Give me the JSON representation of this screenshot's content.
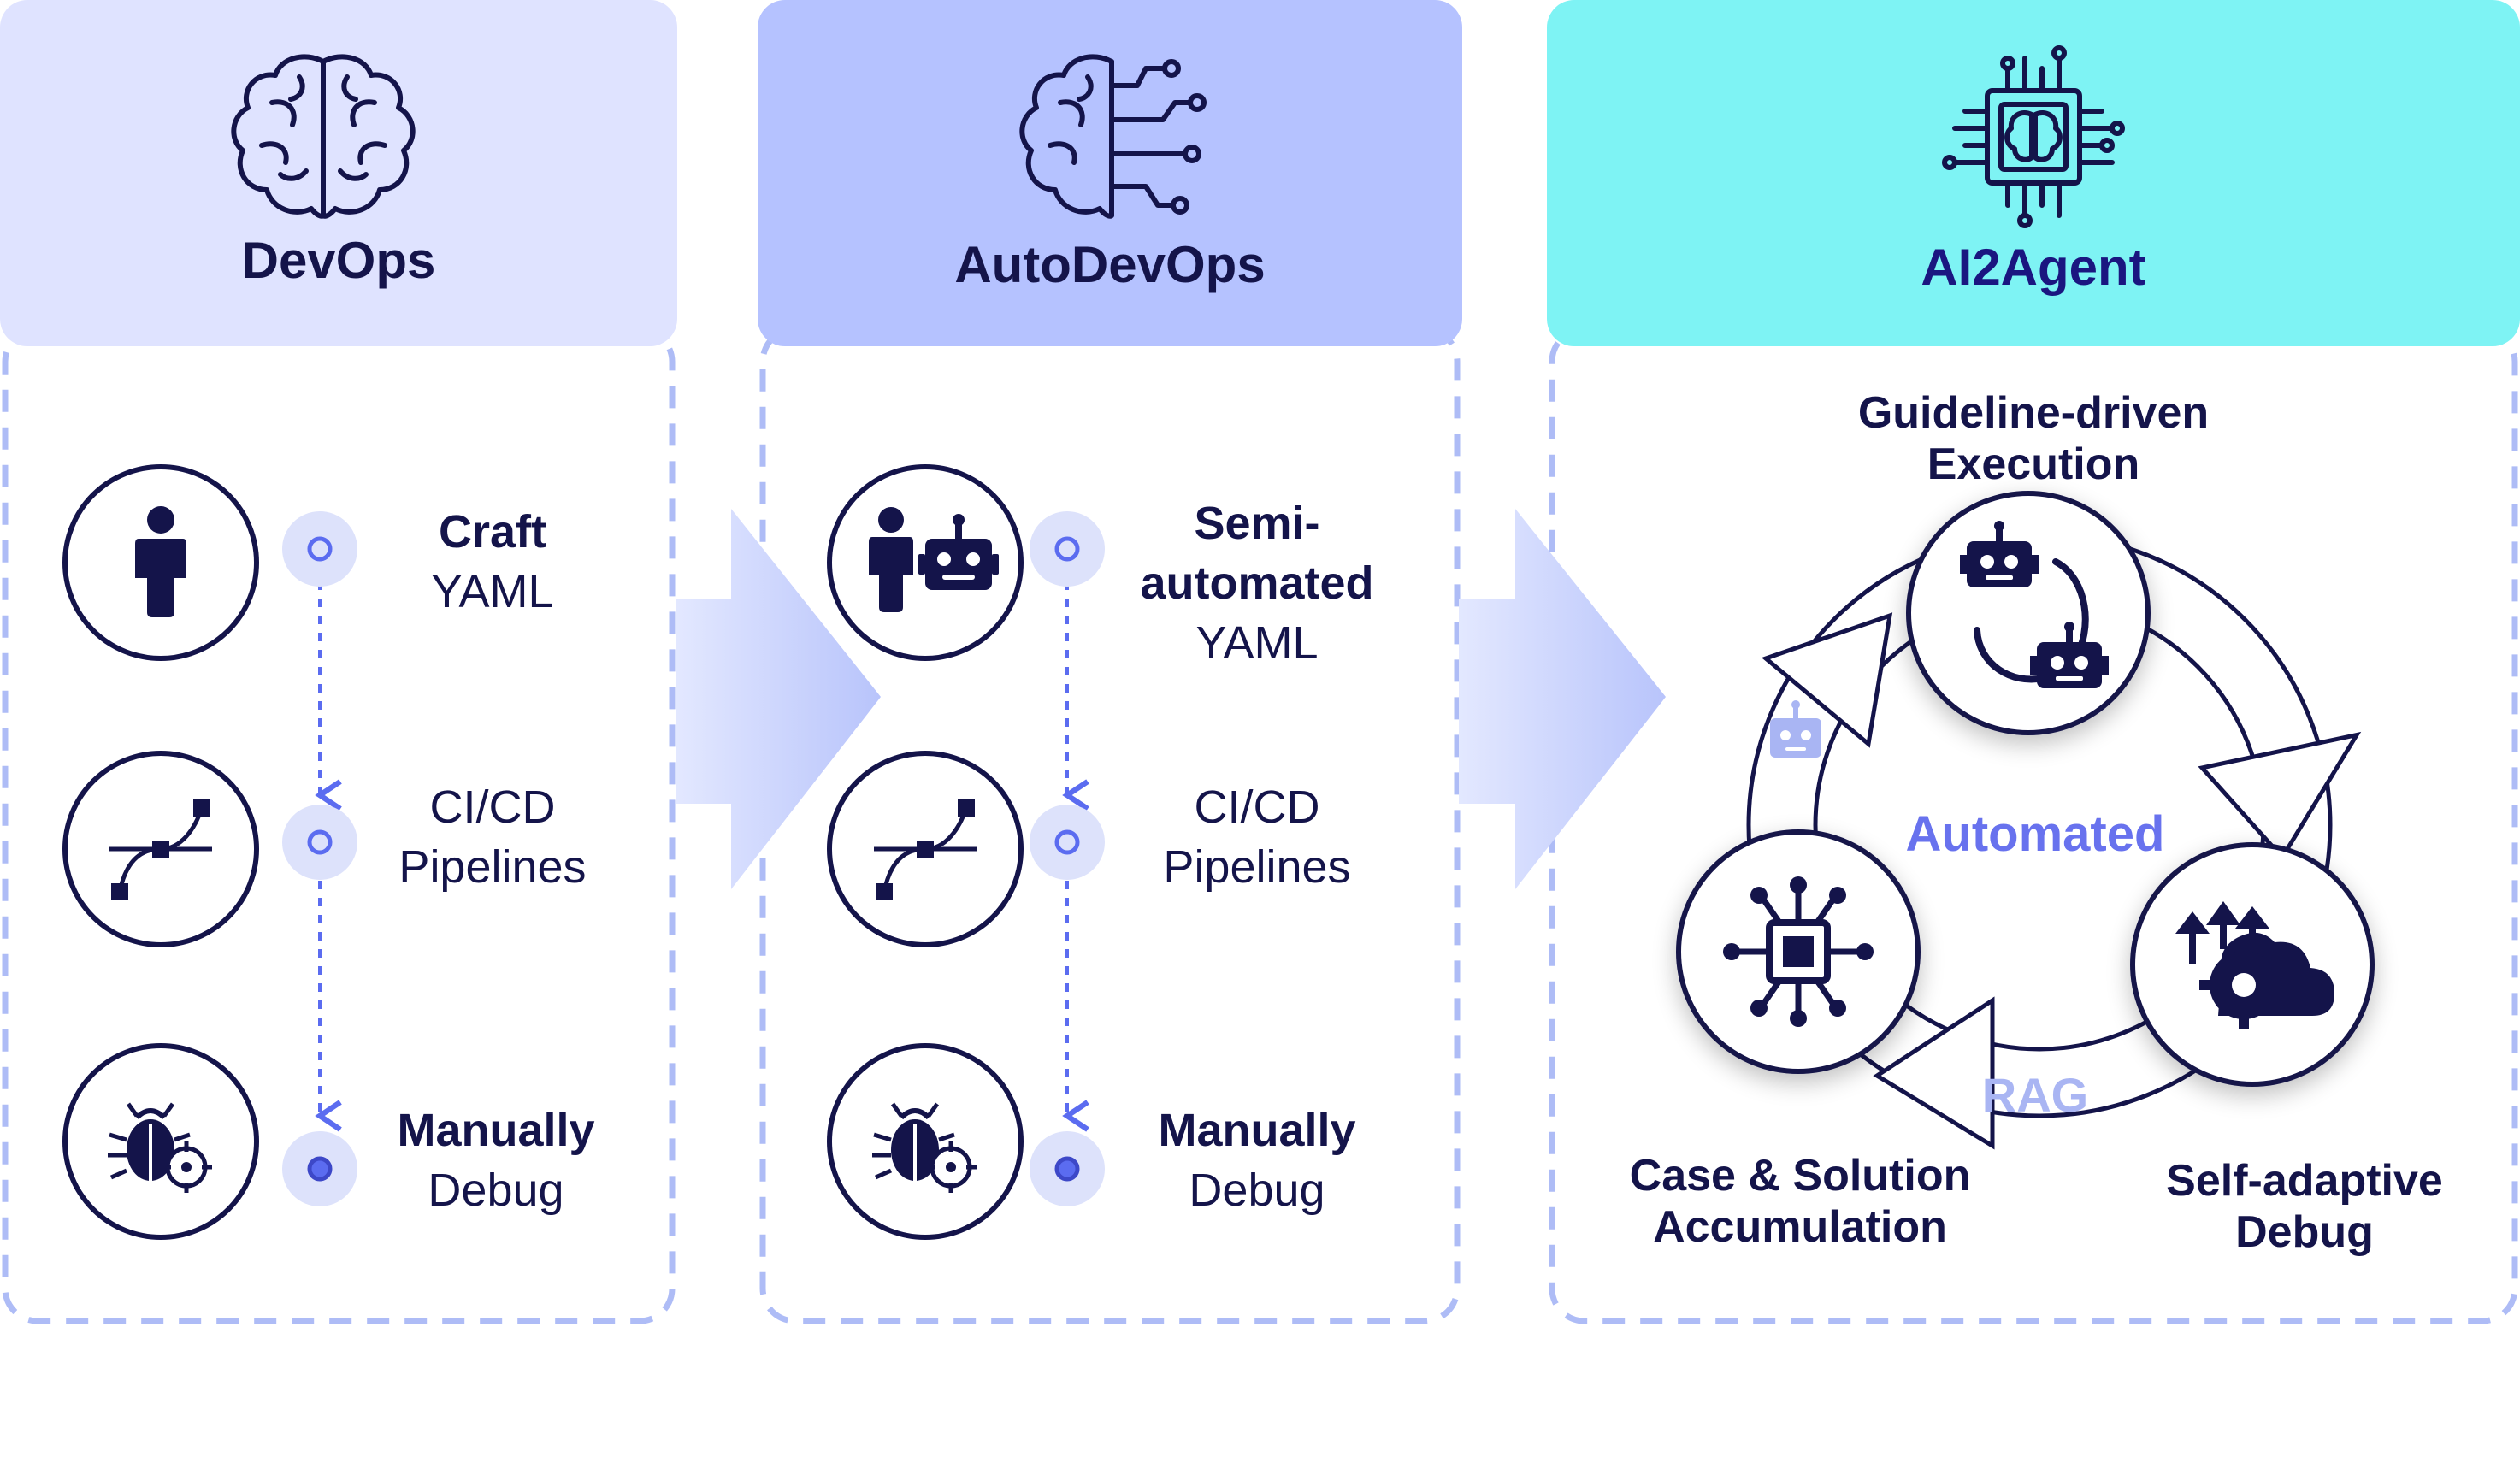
{
  "columns": [
    {
      "title": "DevOps",
      "header_color": "#dfe3ff",
      "icon": "brain-icon",
      "steps": [
        {
          "icon": "person-icon",
          "lines": [
            "Craft",
            "YAML"
          ],
          "bold": [
            true,
            false
          ]
        },
        {
          "icon": "bezier-curve-icon",
          "lines": [
            "CI/CD",
            "Pipelines"
          ],
          "bold": [
            false,
            false
          ]
        },
        {
          "icon": "bug-target-icon",
          "lines": [
            "Manually",
            "Debug"
          ],
          "bold": [
            true,
            false
          ]
        }
      ]
    },
    {
      "title": "AutoDevOps",
      "header_color": "#b5c2ff",
      "icon": "brain-circuit-icon",
      "steps": [
        {
          "icon": "person-robot-icon",
          "lines": [
            "Semi-",
            "automated",
            "YAML"
          ],
          "bold": [
            true,
            true,
            false
          ]
        },
        {
          "icon": "bezier-curve-icon",
          "lines": [
            "CI/CD",
            "Pipelines"
          ],
          "bold": [
            false,
            false
          ]
        },
        {
          "icon": "bug-target-icon",
          "lines": [
            "Manually",
            "Debug"
          ],
          "bold": [
            true,
            false
          ]
        }
      ]
    },
    {
      "title": "AI2Agent",
      "header_color": "#7ef3f4",
      "icon": "ai-chip-icon",
      "cycle": {
        "center_label": "Automated",
        "rag_label": "RAG",
        "nodes": [
          {
            "icon": "robots-cycle-icon",
            "lines": [
              "Guideline-driven",
              "Execution"
            ]
          },
          {
            "icon": "gear-cloud-upload-icon",
            "lines": [
              "Self-adaptive",
              "Debug"
            ]
          },
          {
            "icon": "chip-network-icon",
            "lines": [
              "Case & Solution",
              "Accumulation"
            ]
          }
        ]
      }
    }
  ],
  "colors": {
    "ink": "#14144a",
    "accent": "#5b6cf0",
    "dash": "#aebcf6",
    "dot_bg": "#dde2fb",
    "arrow": "#c2ccfb",
    "label_light": "#a9b5f3"
  }
}
